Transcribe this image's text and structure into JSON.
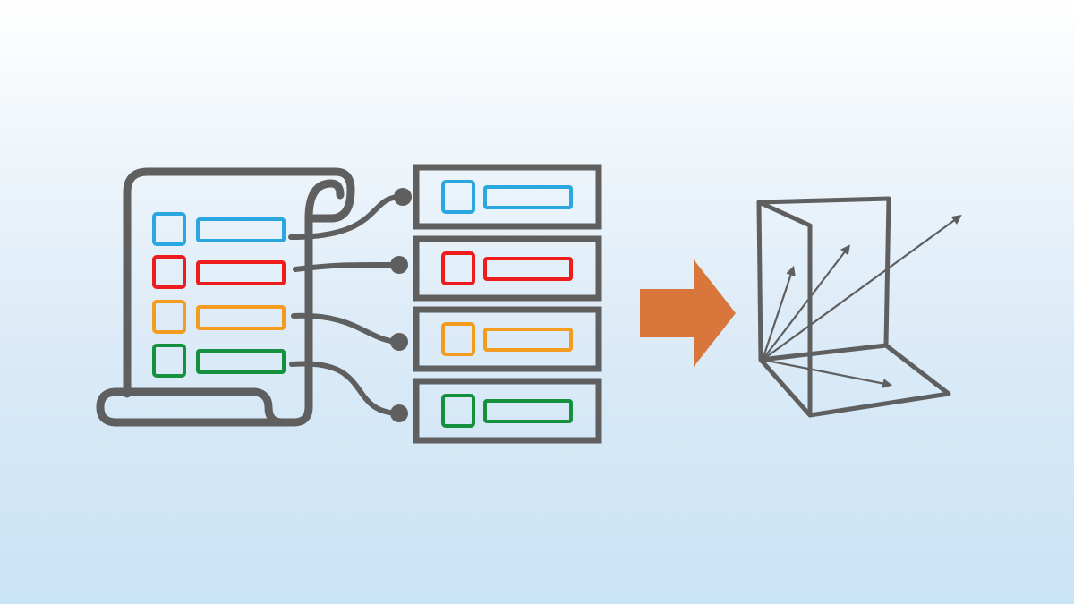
{
  "colors": {
    "outline": "#5f5f5f",
    "arrow": "#d9763b",
    "rows": [
      "#2aa7de",
      "#ee1c1c",
      "#f39c1f",
      "#14903e"
    ]
  },
  "icons": {
    "document": "scroll-document-icon",
    "records": "record-stack-icon",
    "transform": "right-arrow-icon",
    "space": "3d-vector-space-icon"
  },
  "rows": [
    {
      "name": "blue"
    },
    {
      "name": "red"
    },
    {
      "name": "orange"
    },
    {
      "name": "green"
    }
  ]
}
